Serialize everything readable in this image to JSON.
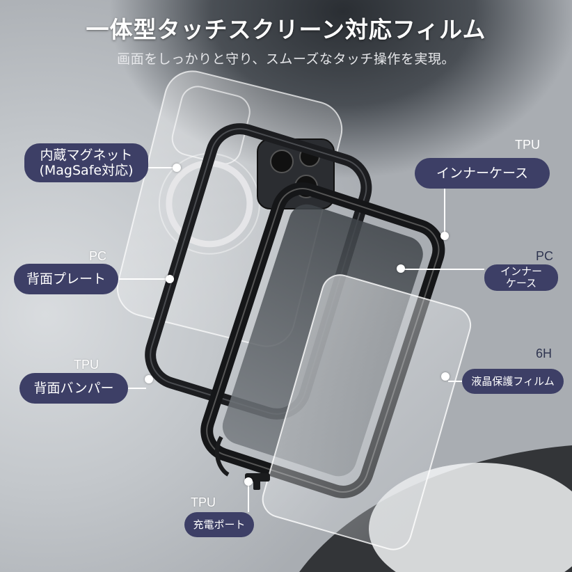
{
  "header": {
    "title": "一体型タッチスクリーン対応フィルム",
    "subtitle": "画面をしっかりと守り、スムーズなタッチ操作を実現。"
  },
  "callouts": {
    "magnet": {
      "line1": "内蔵マグネット",
      "line2": "(MagSafe対応)"
    },
    "back_plate": {
      "material": "PC",
      "label": "背面プレート"
    },
    "back_bumper": {
      "material": "TPU",
      "label": "背面バンパー"
    },
    "inner_case_tpu": {
      "material": "TPU",
      "label": "インナーケース"
    },
    "inner_case_pc": {
      "material": "PC",
      "line1": "インナー",
      "line2": "ケース"
    },
    "lcd_film": {
      "material": "6H",
      "label": "液晶保護フィルム"
    },
    "charge_port": {
      "material": "TPU",
      "label": "充電ポート"
    }
  },
  "colors": {
    "pill_bg": "#3d3f66",
    "label_text": "#ffffff",
    "frame": "#1c1d20"
  }
}
